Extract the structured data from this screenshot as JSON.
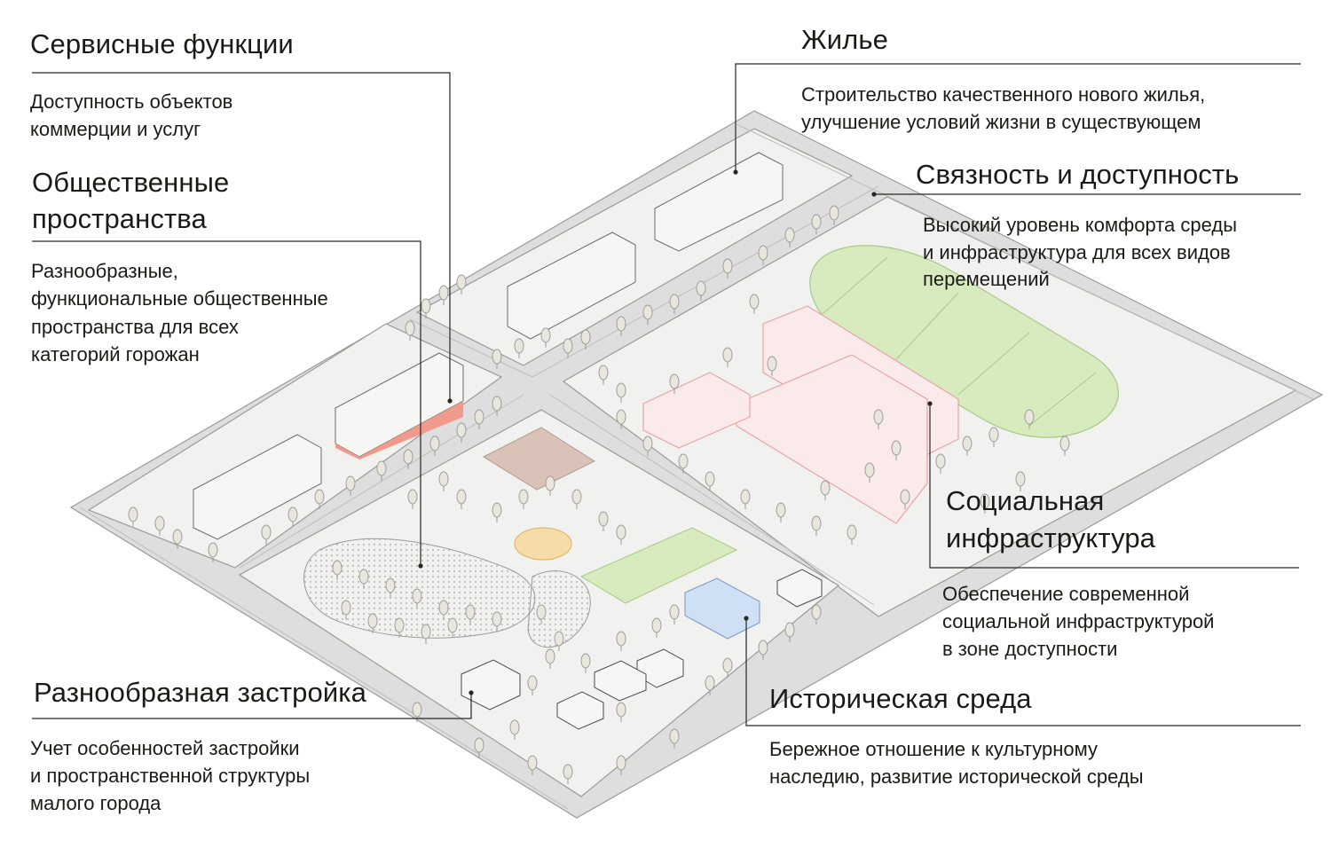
{
  "annotations": [
    {
      "id": "service",
      "title": "Сервисные функции",
      "description": [
        "Доступность объектов",
        "коммерции и услуг"
      ]
    },
    {
      "id": "public",
      "title": [
        "Общественные",
        "пространства"
      ],
      "description": [
        "Разнообразные,",
        "функциональные общественные",
        "пространства для всех",
        "категорий горожан"
      ]
    },
    {
      "id": "housing",
      "title": "Жилье",
      "description": [
        "Строительство качественного нового жилья,",
        "улучшение условий жизни в существующем"
      ]
    },
    {
      "id": "connectivity",
      "title": "Связность и доступность",
      "description": [
        "Высокий уровень комфорта среды",
        "и инфраструктура для всех видов",
        "перемещений"
      ]
    },
    {
      "id": "social",
      "title": [
        "Социальная",
        "инфраструктура"
      ],
      "description": [
        "Обеспечение современной",
        "социальной инфраструктурой",
        "в зоне доступности"
      ]
    },
    {
      "id": "diverse",
      "title": "Разнообразная застройка",
      "description": [
        "Учет особенностей застройки",
        "и пространственной структуры",
        "малого города"
      ]
    },
    {
      "id": "historic",
      "title": "Историческая среда",
      "description": [
        "Бережное отношение к культурному",
        "наследию, развитие исторической среды"
      ]
    }
  ],
  "colors": {
    "ground": "#ebebeb",
    "block": "#f3f3f1",
    "road": "#d6d6d4",
    "outline": "#9a9a98",
    "leader": "#2a2620",
    "commercial": "#ef9a8b",
    "school": "#e9a3a5",
    "stadium": "#d7ebbe",
    "playground": "#d9c3b8",
    "fountain": "#f6dca8",
    "historic_house": "#cfe0f4",
    "park": "#e2ded4",
    "tree": "#e9e6dd"
  },
  "icons": [
    "tree-icon",
    "building-icon",
    "house-icon",
    "stadium-icon",
    "school-icon"
  ]
}
